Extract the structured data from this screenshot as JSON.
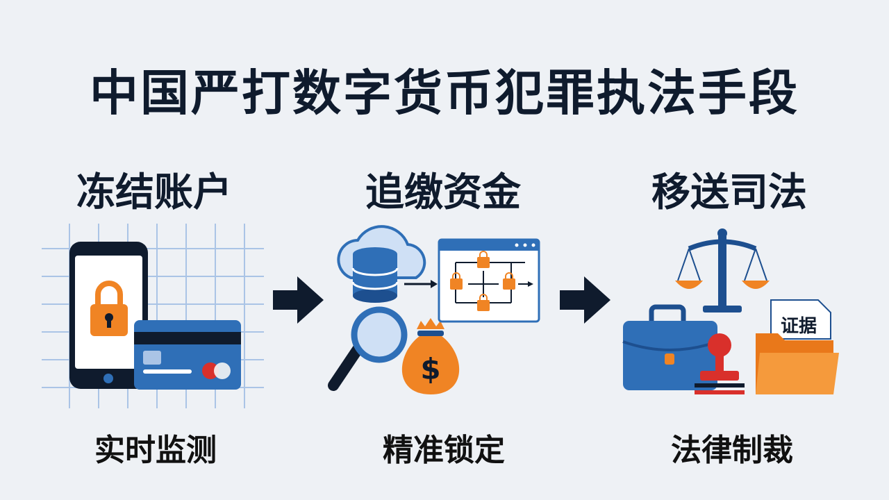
{
  "title": "中国严打数字货币犯罪执法手段",
  "steps": [
    {
      "title": "冻结账户",
      "caption": "实时监测"
    },
    {
      "title": "追缴资金",
      "caption": "精准锁定"
    },
    {
      "title": "移送司法",
      "caption": "法律制裁"
    }
  ],
  "evidence_label": "证据",
  "currency_symbol": "$",
  "colors": {
    "navy": "#0f1b2d",
    "blue": "#2f6fb7",
    "dark_blue": "#1d4f8f",
    "orange": "#f08424",
    "red": "#d9302b",
    "grid": "#aac4e6"
  },
  "icons": [
    "smartphone-icon",
    "padlock-icon",
    "credit-card-icon",
    "database-cloud-icon",
    "magnifier-icon",
    "money-bag-icon",
    "transaction-network-icon",
    "scales-icon",
    "briefcase-icon",
    "stamp-icon",
    "folder-icon",
    "arrow-right-icon"
  ]
}
